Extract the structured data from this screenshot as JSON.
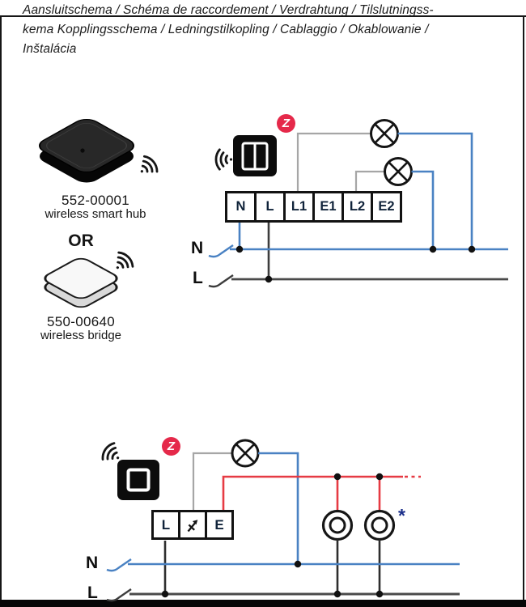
{
  "header": {
    "line1": "Aansluitschema / Schéma de raccordement / Verdrahtung / Tilslutningss-",
    "line2": "kema Kopplingsschema / Ledningstilkopling / Cablaggio / Okablowanie /",
    "line3": "Inštalácia"
  },
  "devices": {
    "hub": {
      "model": "552-00001",
      "name": "wireless smart hub"
    },
    "or_label": "OR",
    "bridge": {
      "model": "550-00640",
      "name": "wireless bridge"
    }
  },
  "badge": {
    "letter": "Z",
    "color": "#e5294a"
  },
  "diagram_top": {
    "terminals": [
      "N",
      "L",
      "L1",
      "E1",
      "L2",
      "E2"
    ],
    "supply": {
      "neutral": "N",
      "live": "L"
    }
  },
  "diagram_bottom": {
    "terminals": {
      "left": "L",
      "middle_icon": "switched-live-arrow",
      "right": "E"
    },
    "supply": {
      "neutral": "N",
      "live": "L"
    },
    "footnote_marker": "*"
  },
  "colors": {
    "neutral_blue": "#4a82c3",
    "live_dark": "#4a4a4a",
    "switched_red": "#e63b44",
    "feed_gray": "#a6a6a6"
  }
}
